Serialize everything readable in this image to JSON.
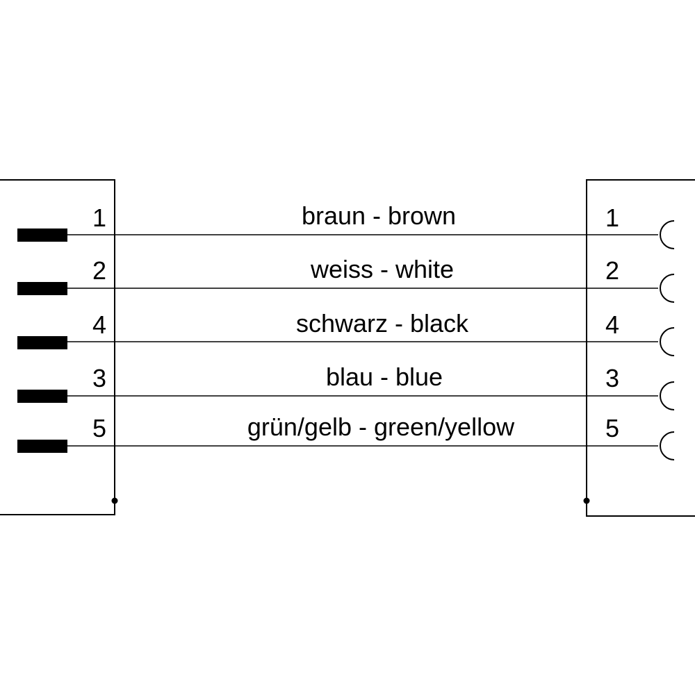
{
  "diagram": {
    "left_connector": {
      "pins": [
        "1",
        "2",
        "4",
        "3",
        "5"
      ]
    },
    "right_connector": {
      "pins": [
        "1",
        "2",
        "4",
        "3",
        "5"
      ]
    },
    "wires": [
      {
        "pin": "1",
        "label": "braun - brown"
      },
      {
        "pin": "2",
        "label": "weiss - white"
      },
      {
        "pin": "4",
        "label": "schwarz - black"
      },
      {
        "pin": "3",
        "label": "blau - blue"
      },
      {
        "pin": "5",
        "label": "grün/gelb - green/yellow"
      }
    ],
    "colors": {
      "line": "#000000",
      "background": "#ffffff"
    }
  }
}
